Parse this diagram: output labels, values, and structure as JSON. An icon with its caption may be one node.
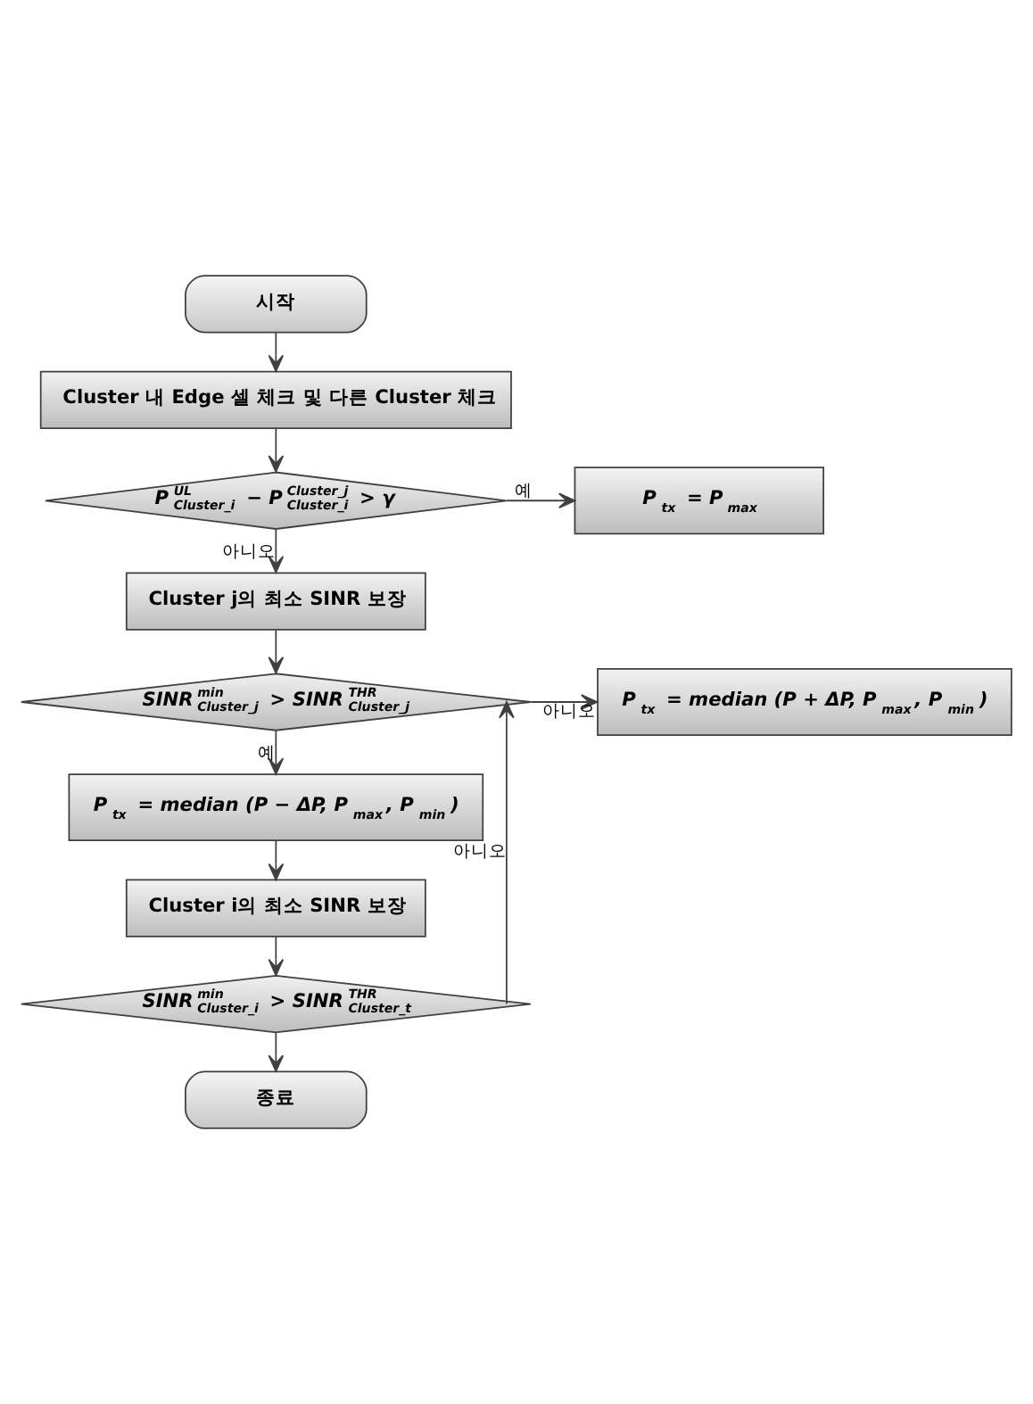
{
  "diagram": {
    "nodes": [
      {
        "text": [
          "시작"
        ]
      },
      {
        "text": [
          "Cluster 내 Edge 셀 체크 및 다른 Cluster 체크"
        ]
      },
      {
        "text": [
          "P$^{UL}$$_{Cluster_i}$ − P$^{Cluster_j}$$_{Cluster_i}$ > γ"
        ]
      },
      {
        "text": [
          "P$_{tx}$ = P$_{max}$"
        ]
      },
      {
        "text": [
          "Cluster j의 최소 SINR 보장"
        ]
      },
      {
        "text": [
          "SINR$^{min}$$_{Cluster_j}$ > SINR$^{THR}$$_{Cluster_j}$"
        ]
      },
      {
        "text": [
          "P$_{tx}$ = median (P + ΔP, P$_{max}$, P$_{min}$)"
        ]
      },
      {
        "text": [
          "P$_{tx}$ = median (P − ΔP, P$_{max}$, P$_{min}$)"
        ]
      },
      {
        "text": [
          "Cluster i의 최소 SINR 보장"
        ]
      },
      {
        "text": [
          "SINR$^{min}$$_{Cluster_i}$ > SINR$^{THR}$$_{Cluster_t}$"
        ]
      },
      {
        "text": [
          "종료"
        ]
      }
    ],
    "edges": [
      {
        "from": 0,
        "to": 1,
        "arrow": "to"
      },
      {
        "from": 1,
        "to": 2,
        "arrow": "to"
      },
      {
        "from": 2,
        "to": 3,
        "arrow": "to",
        "label": "예"
      },
      {
        "from": 2,
        "to": 4,
        "arrow": "to",
        "label": "아니오"
      },
      {
        "from": 4,
        "to": 5,
        "arrow": "to"
      },
      {
        "from": 5,
        "to": 6,
        "arrow": "to",
        "label": "아니오"
      },
      {
        "from": 5,
        "to": 7,
        "arrow": "to",
        "label": "예"
      },
      {
        "from": 7,
        "to": 8,
        "arrow": "to"
      },
      {
        "from": 8,
        "to": 9,
        "arrow": "to"
      },
      {
        "from": 9,
        "to": 5,
        "arrow": "to",
        "label": "아니오"
      },
      {
        "from": 9,
        "to": 10,
        "arrow": "to"
      }
    ]
  }
}
